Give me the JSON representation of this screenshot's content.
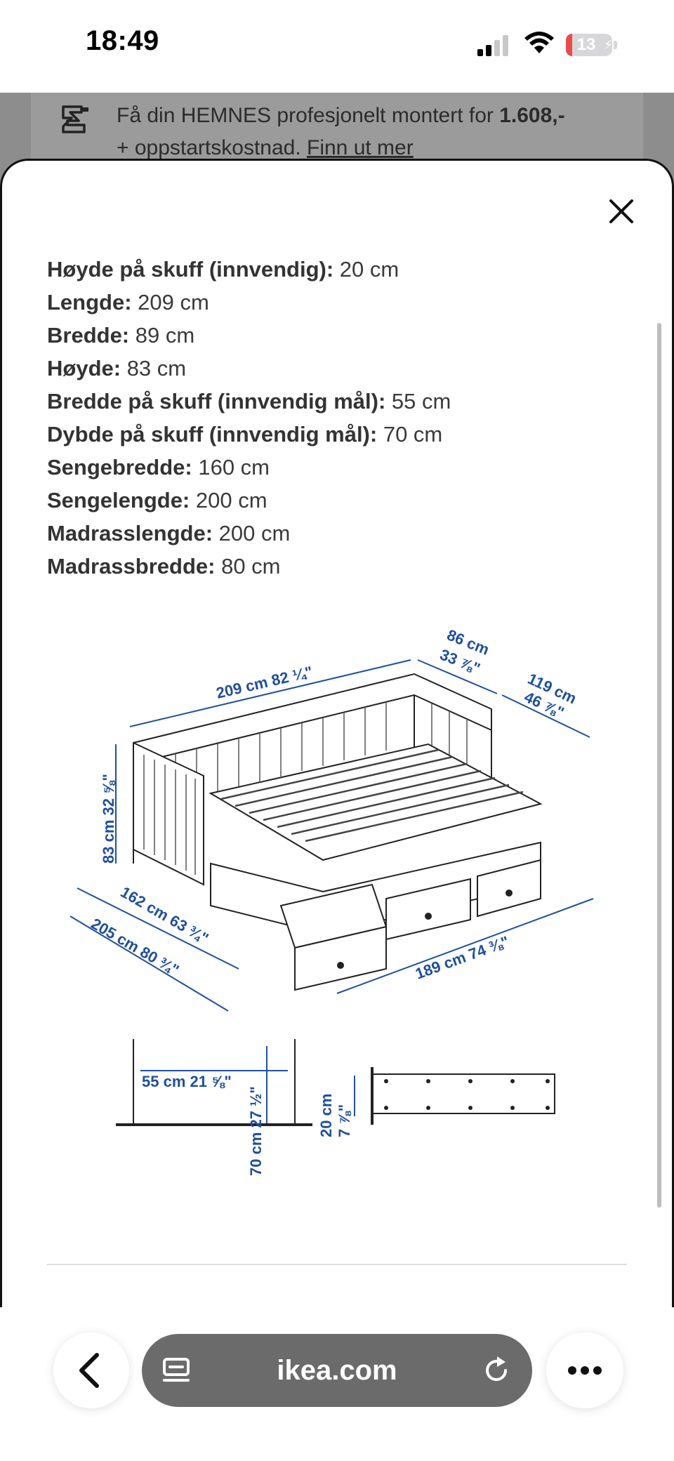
{
  "status_bar": {
    "time": "18:49",
    "battery_percent": "13",
    "battery_level": 0.13
  },
  "promo": {
    "prefix": "Få din HEMNES profesjonelt montert for ",
    "price": "1.608,-",
    "suffix": "+ oppstartskostnad. ",
    "link": "Finn ut mer"
  },
  "specs": [
    {
      "label": "Høyde på skuff (innvendig):",
      "value": " 20 cm"
    },
    {
      "label": "Lengde:",
      "value": " 209 cm"
    },
    {
      "label": "Bredde:",
      "value": " 89 cm"
    },
    {
      "label": "Høyde:",
      "value": " 83 cm"
    },
    {
      "label": "Bredde på skuff (innvendig mål):",
      "value": " 55 cm"
    },
    {
      "label": "Dybde på skuff (innvendig mål):",
      "value": " 70 cm"
    },
    {
      "label": "Sengebredde:",
      "value": " 160 cm"
    },
    {
      "label": "Sengelengde:",
      "value": " 200 cm"
    },
    {
      "label": "Madrasslengde:",
      "value": " 200 cm"
    },
    {
      "label": "Madrassbredde:",
      "value": " 80 cm"
    }
  ],
  "diagram": {
    "dim_length": "209 cm 82 ¼\"",
    "dim_depth_top_cm": "86 cm",
    "dim_depth_top_in": "33 ⅞\"",
    "dim_height_back_cm": "119 cm",
    "dim_height_back_in": "46 ⅞\"",
    "dim_height": "83 cm 32 ⅝\"",
    "dim_width_closed": "162 cm 63 ¾\"",
    "dim_width_open": "205 cm 80 ¾\"",
    "dim_drawer_span": "189 cm 74 ⅜\"",
    "drawer_width": "55 cm 21 ⅝\"",
    "drawer_depth": "70 cm 27 ½\"",
    "drawer_height_cm": "20 cm",
    "drawer_height_in": "7 ⅞\""
  },
  "toolbar": {
    "url": "ikea.com"
  },
  "colors": {
    "dimension_blue": "#1f4fa0",
    "backdrop": "#8d8d8d",
    "battery_red": "#e94b4b"
  }
}
